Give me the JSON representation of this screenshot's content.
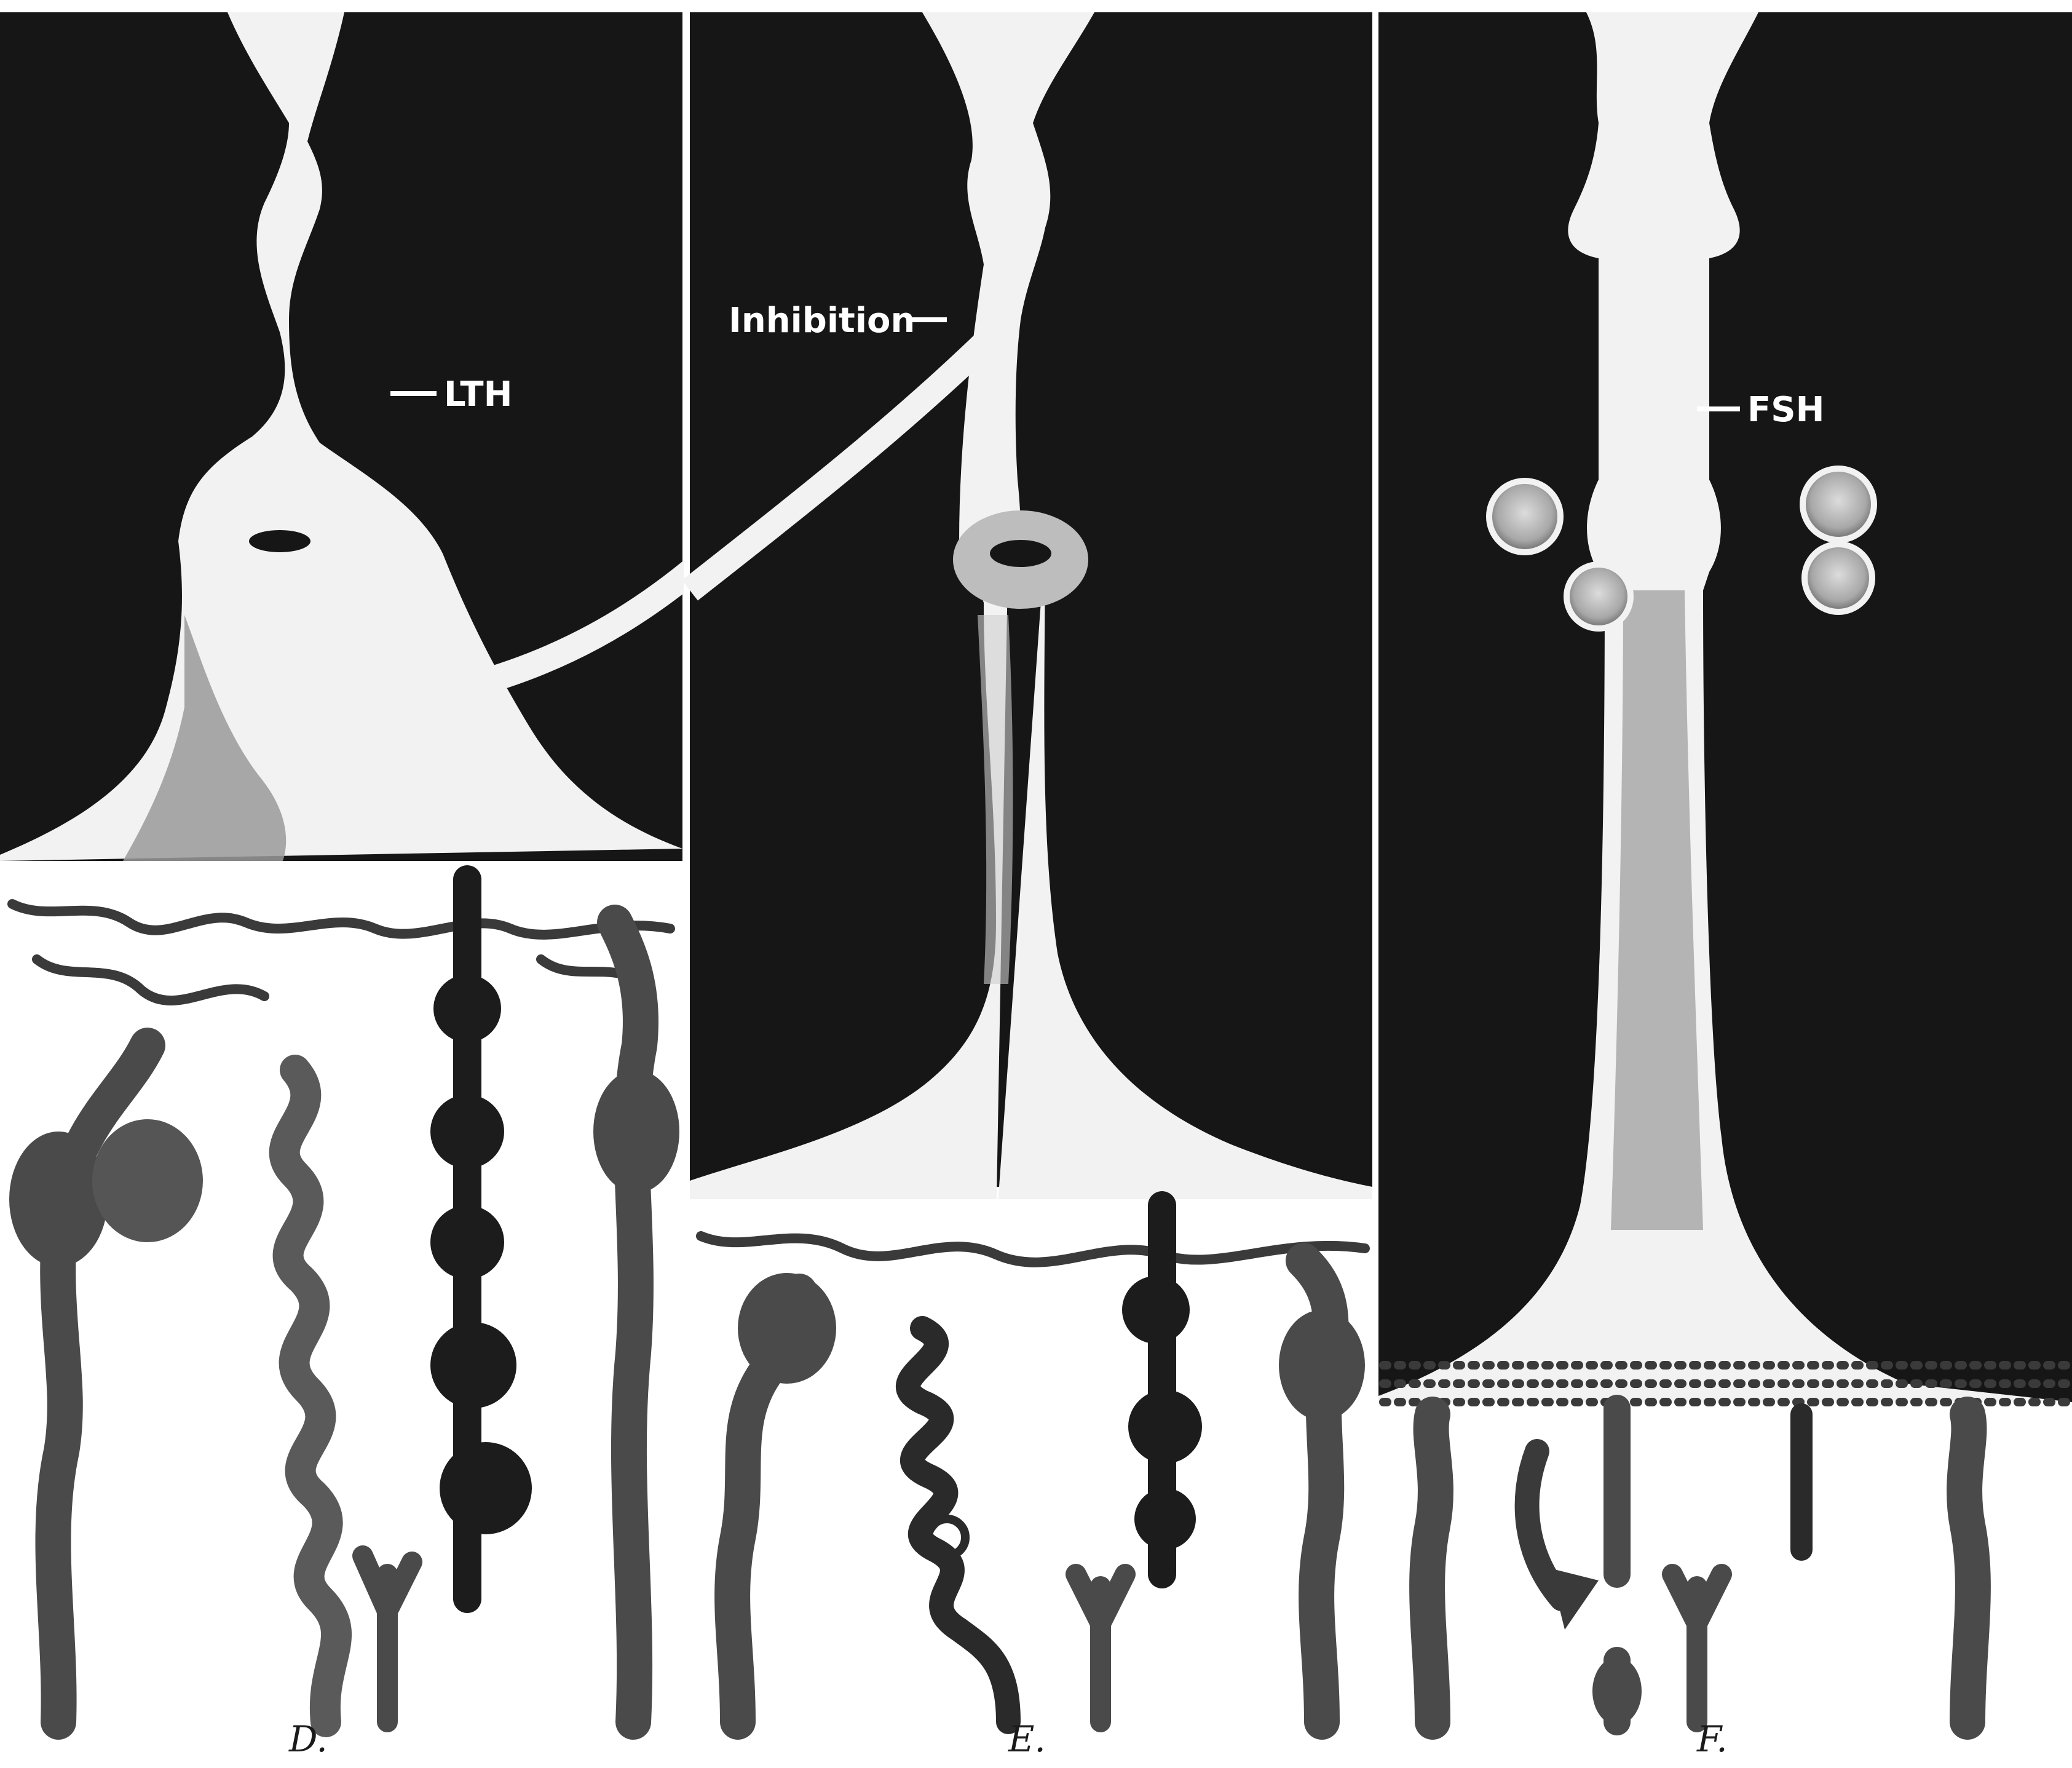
{
  "figure": {
    "panels": [
      {
        "caption": "D.",
        "hormone_label": "LTH"
      },
      {
        "caption": "E.",
        "hormone_label": "Inhibition"
      },
      {
        "caption": "F.",
        "hormone_label": "FSH"
      }
    ]
  },
  "colors": {
    "background": "#ffffff",
    "dark_field": "#161616",
    "duct": "#f2f2f2",
    "vessel": "#4a4a4a",
    "vessel_dark": "#1c1c1c"
  }
}
